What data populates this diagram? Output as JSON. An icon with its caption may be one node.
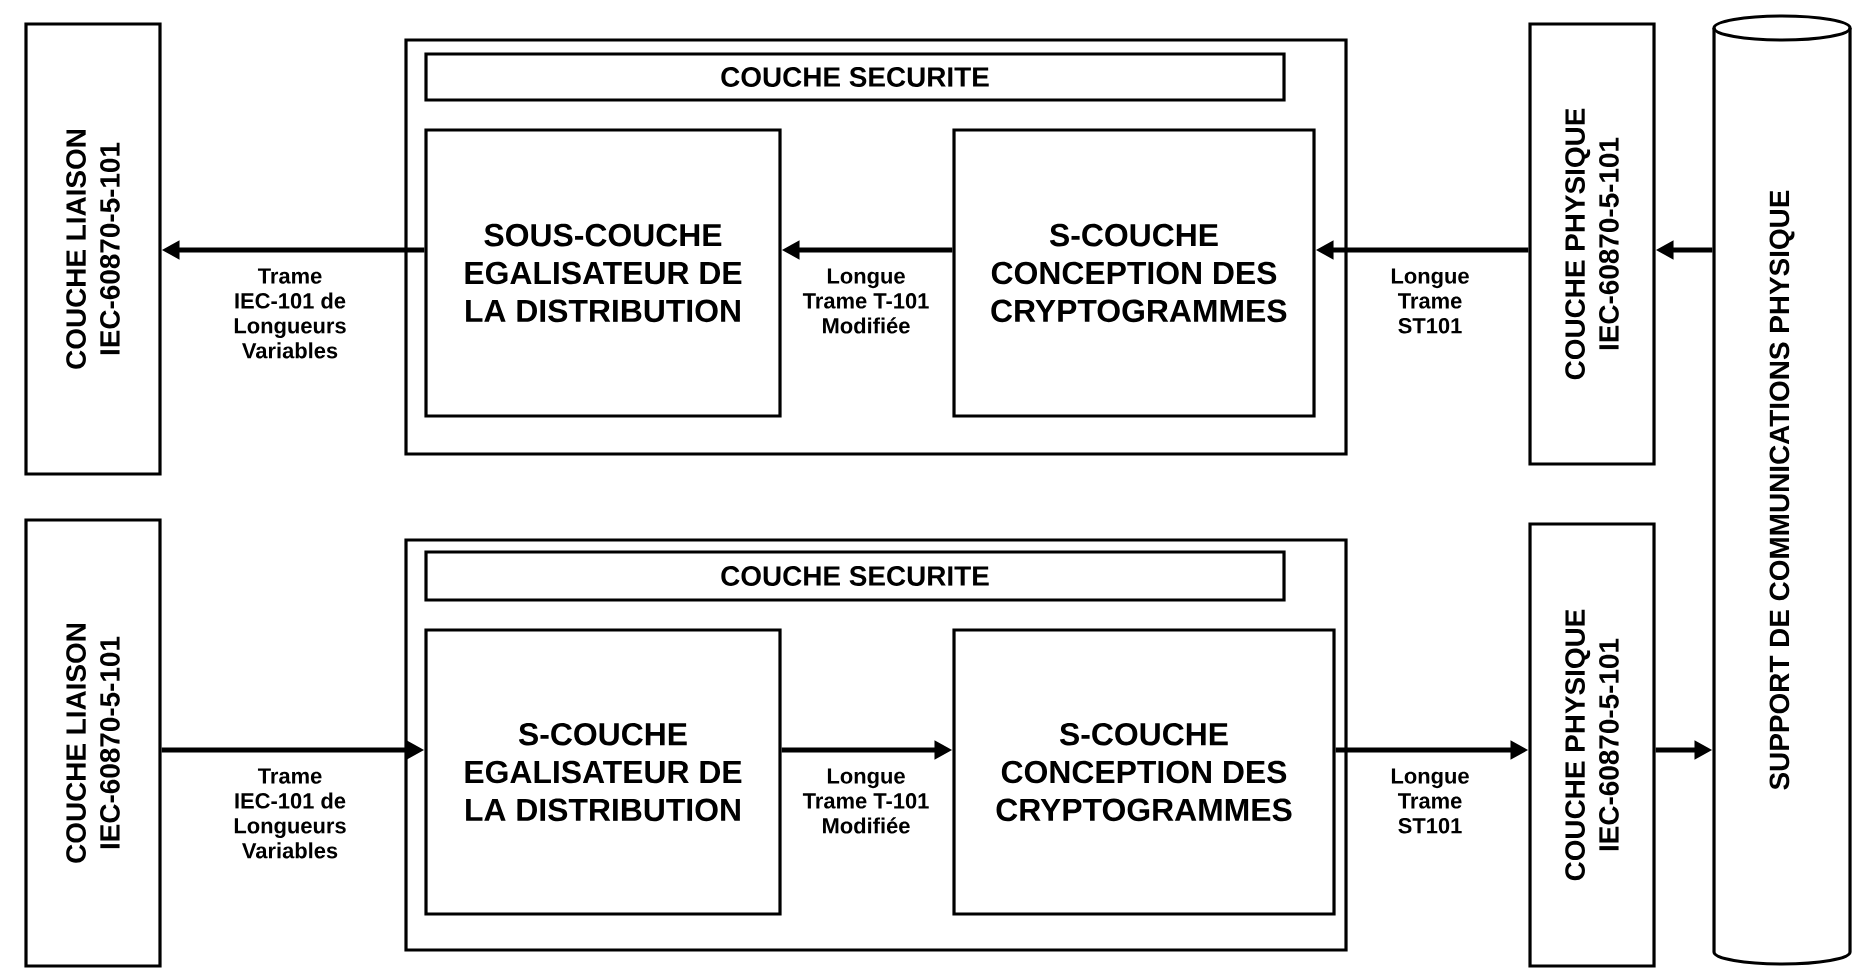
{
  "diagram": {
    "nodes": [
      {
        "text": [
          "COUCHE LIAISON IEC-60870-5-101"
        ]
      },
      {
        "text": [],
        "shape": "box"
      },
      {
        "text": [
          "COUCHE SECURITE"
        ],
        "in": 1
      },
      {
        "text": [
          "SOUS-COUCHE EGALISATEUR DE LA DISTRIBUTION"
        ],
        "in": 1
      },
      {
        "text": [
          "S-COUCHE CONCEPTION DES CRYPTOGRAMMES"
        ],
        "in": 1
      },
      {
        "text": [
          "COUCHE PHYSIQUE IEC-60870-5-101"
        ]
      },
      {
        "text": [
          "SUPPORT DE COMMUNICATIONS PHYSIQUE"
        ]
      },
      {
        "text": [
          "COUCHE LIAISON IEC-60870-5-101"
        ]
      },
      {
        "text": [],
        "shape": "box"
      },
      {
        "text": [
          "COUCHE SECURITE"
        ],
        "in": 8
      },
      {
        "text": [
          "S-COUCHE EGALISATEUR DE LA DISTRIBUTION"
        ],
        "in": 8
      },
      {
        "text": [
          "S-COUCHE CONCEPTION DES CRYPTOGRAMMES"
        ],
        "in": 8
      },
      {
        "text": [
          "COUCHE PHYSIQUE IEC-60870-5-101"
        ]
      }
    ],
    "edges": [
      {
        "from": 3,
        "to": 0,
        "arrow": "to",
        "label": "Trame IEC-101 de Longueurs Variables"
      },
      {
        "from": 4,
        "to": 3,
        "arrow": "to",
        "label": "Longue Trame T-101 Modifiée"
      },
      {
        "from": 5,
        "to": 4,
        "arrow": "to",
        "label": "Longue Trame ST101"
      },
      {
        "from": 6,
        "to": 5,
        "arrow": "to"
      },
      {
        "from": 7,
        "to": 10,
        "arrow": "to",
        "label": "Trame IEC-101 de Longueurs Variables"
      },
      {
        "from": 10,
        "to": 11,
        "arrow": "to",
        "label": "Longue Trame T-101 Modifiée"
      },
      {
        "from": 11,
        "to": 12,
        "arrow": "to",
        "label": "Longue Trame ST101"
      },
      {
        "from": 12,
        "to": 6,
        "arrow": "to"
      }
    ]
  }
}
